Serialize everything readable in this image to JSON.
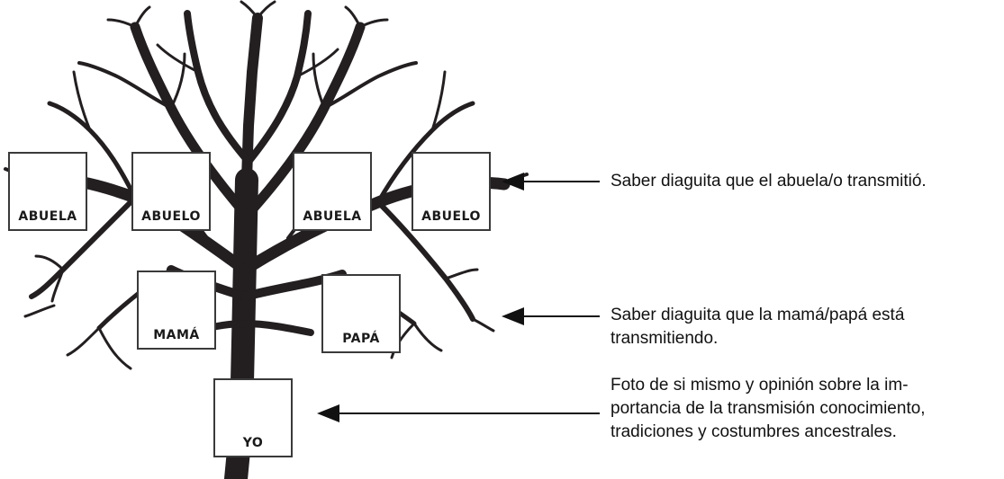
{
  "frames": {
    "abuela_left": "ABUELA",
    "abuelo_left": "ABUELO",
    "abuela_right": "ABUELA",
    "abuelo_right": "ABUELO",
    "mama": "MAMÁ",
    "papa": "PAPÁ",
    "yo": "YO"
  },
  "notes": {
    "grandparents": "Saber diaguita que el abuela/o transmitió.",
    "parents_line1": "Saber diaguita que la mamá/papá está",
    "parents_line2": "transmitiendo.",
    "self_line1": "Foto de si mismo y opinión sobre la im-",
    "self_line2": "portancia de la transmisión conocimiento,",
    "self_line3": "tradiciones y costumbres ancestrales."
  },
  "colors": {
    "tree": "#231f20",
    "text": "#111111"
  }
}
